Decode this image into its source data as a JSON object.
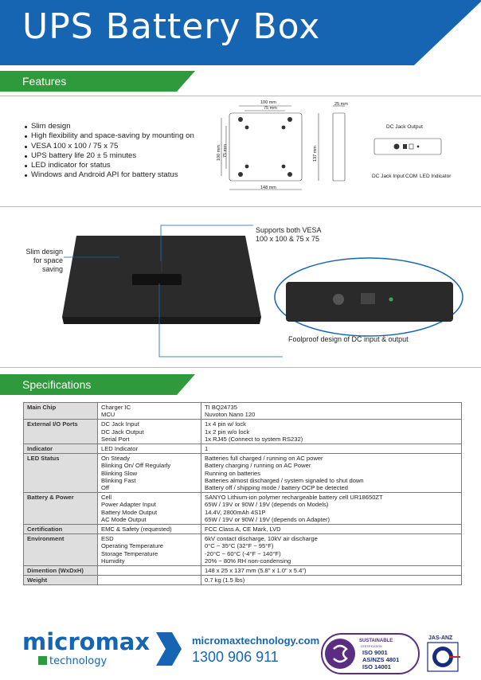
{
  "header": {
    "title": "UPS Battery Box",
    "bg_color": "#1565b2"
  },
  "features": {
    "heading": "Features",
    "items": [
      "Slim design",
      "High flexibility and space-saving by mounting on",
      "VESA 100 x 100 / 75 x 75",
      "UPS battery life 20 ± 5 minutes",
      "LED indicator for status",
      "Windows and Android API for battery status"
    ],
    "dimensions": {
      "top_width": "100 mm",
      "inner_width": "75 mm",
      "left_height": "100 mm",
      "inner_height": "75 mm",
      "right_height": "137 mm",
      "bottom_width": "148 mm",
      "depth": "25 mm"
    },
    "port_labels": {
      "dc_output": "DC Jack Output",
      "dc_input": "DC Jack Input",
      "com": "COM",
      "led": "LED Indicator"
    }
  },
  "photos": {
    "vesa_label_line1": "Supports both VESA",
    "vesa_label_line2": "100 x 100 & 75 x 75",
    "slim_line1": "Slim design",
    "slim_line2": "for space",
    "slim_line3": "saving",
    "foolproof": "Foolproof design of DC input & output"
  },
  "specifications": {
    "heading": "Specifications",
    "rows": [
      {
        "name": "Main Chip",
        "labels": [
          "Charger IC",
          "MCU"
        ],
        "values": [
          "TI BQ24735",
          "Nuvoton Nano 120"
        ]
      },
      {
        "name": "External I/O Ports",
        "labels": [
          "DC Jack Input",
          "DC Jack Output",
          "Serial Port"
        ],
        "values": [
          "1x 4 pin w/ lock",
          "1x 2 pin w/o lock",
          "1x RJ45 (Connect to system RS232)"
        ]
      },
      {
        "name": "Indicator",
        "labels": [
          "LED Indicator"
        ],
        "values": [
          "1"
        ]
      },
      {
        "name": "LED Status",
        "labels": [
          "On Steady",
          "Blinking On/ Off Regularly",
          "Blinking Slow",
          "Blinking Fast",
          "Off"
        ],
        "values": [
          "Batteries full charged / running on AC power",
          "Battery charging / running on AC Power",
          "Running on batteries",
          "Batteries almost discharged / system signaled to shut down",
          "Battery off / shipping mode / battery OCP be detected"
        ]
      },
      {
        "name": "Battery & Power",
        "labels": [
          "Cell",
          "Power Adapter Input",
          "Battery Mode Output",
          "AC Mode Output"
        ],
        "values": [
          "SANYO Lithium-ion polymer rechargeable battery cell UR18650ZT",
          "65W / 19V or 90W / 19V (depends on Models)",
          "14.4V, 2800mAh 4S1P",
          "65W / 19V or 90W / 19V (depends on Adapter)"
        ]
      },
      {
        "name": "Certification",
        "labels": [
          "EMC & Safety (requested)"
        ],
        "values": [
          "FCC Class A, CE Mark, LVD"
        ]
      },
      {
        "name": "Environment",
        "labels": [
          "ESD",
          "Operating Temperature",
          "Storage Temperature",
          "Humidity"
        ],
        "values": [
          "6kV contact discharge, 10kV air discharge",
          "0°C ~ 35°C (32°F ~ 95°F)",
          "-20°C ~ 60°C (-4°F ~ 140°F)",
          "20% ~ 80% RH non-condensing"
        ]
      },
      {
        "name": "Dimention (WxDxH)",
        "labels": [
          ""
        ],
        "values": [
          "148 x 25 x 137 mm (5.8\" x 1.0\" x 5.4\")"
        ]
      },
      {
        "name": "Weight",
        "labels": [
          ""
        ],
        "values": [
          "0.7 kg (1.5 lbs)"
        ]
      }
    ]
  },
  "footer": {
    "brand": "micromax",
    "brand_sub": "technology",
    "url": "micromaxtechnology.com",
    "phone": "1300 906 911",
    "cert_title": "SUSTAINABLE",
    "cert_sub": "CERTIFICATION",
    "certs": [
      "ISO 9001",
      "AS/NZS 4801",
      "ISO 14001"
    ],
    "jasanz": "JAS-ANZ"
  },
  "colors": {
    "blue": "#1565b2",
    "green": "#2e9a3c",
    "dark_green": "#1f7a2a"
  }
}
